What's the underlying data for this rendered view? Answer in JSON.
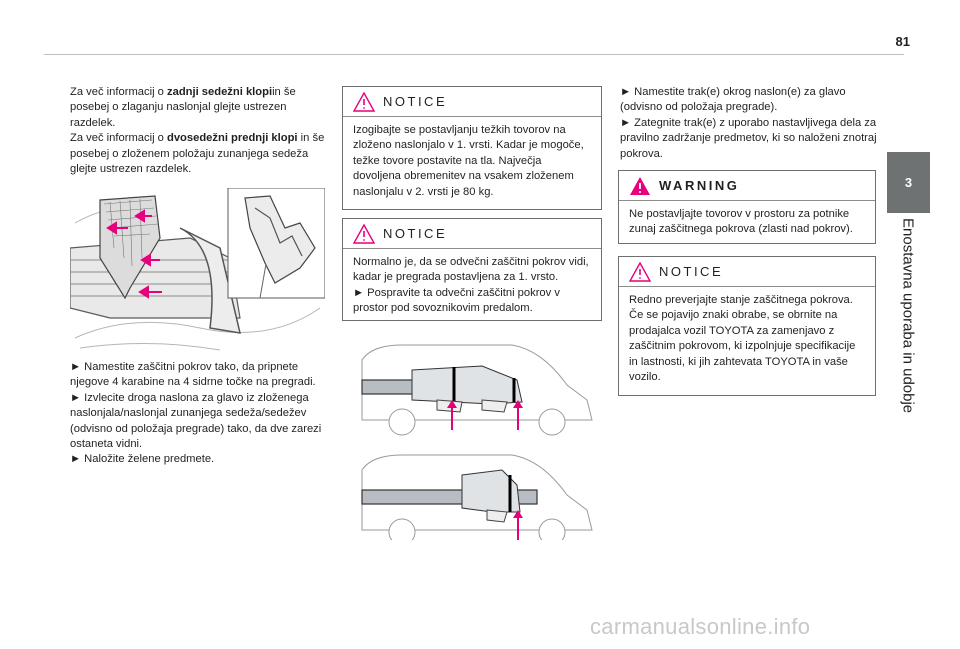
{
  "page_number": "81",
  "chapter": {
    "number": "3",
    "title": "Enostavna uporaba in udobje"
  },
  "col1": {
    "intro": {
      "l1_a": "Za več informacij o ",
      "l1_b": "zadnji sedežni klopi",
      "l1_c": "in še posebej o zlaganju naslonjal glejte ustrezen razdelek.",
      "l2_a": "Za več informacij o ",
      "l2_b": "dvosedežni prednji klopi",
      "l2_c": " in še posebej o zloženem položaju zunanjega sedeža glejte ustrezen razdelek."
    },
    "steps": [
      "► Namestite zaščitni pokrov tako, da pripnete njegove 4 karabine na 4 sidrne točke na pregradi.",
      "► Izvlecite droga naslona za glavo iz zloženega naslonjala/naslonjal zunanjega sedeža/sedežev (odvisno od položaja pregrade) tako, da dve zarezi ostaneta vidni.",
      "► Naložite želene predmete."
    ]
  },
  "notice1": {
    "title": "NOTICE",
    "text": "Izogibajte se postavljanju težkih tovorov na zloženo naslonjalo v 1. vrsti. Kadar je mogoče, težke tovore postavite na tla. Največja dovoljena obremenitev na vsakem zloženem naslonjalu v 2. vrsti je 80 kg."
  },
  "notice2": {
    "title": "NOTICE",
    "lines": [
      "Normalno je, da se odvečni zaščitni pokrov vidi, kadar je pregrada postavljena za 1. vrsto.",
      "► Pospravite ta odvečni zaščitni pokrov v prostor pod sovoznikovim predalom."
    ]
  },
  "col3": {
    "steps": [
      "► Namestite trak(e) okrog naslon(e) za glavo (odvisno od položaja pregrade).",
      "► Zategnite trak(e) z uporabo nastavljivega dela za pravilno zadržanje predmetov, ki so naloženi znotraj pokrova."
    ]
  },
  "warning": {
    "title": "WARNING",
    "text": "Ne postavljajte tovorov v prostoru za potnike zunaj zaščitnega pokrova (zlasti nad pokrov)."
  },
  "notice3": {
    "title": "NOTICE",
    "text": "Redno preverjajte stanje zaščitnega pokrova. Če se pojavijo znaki obrabe, se obrnite na prodajalca vozil TOYOTA za zamenjavo z zaščitnim pokrovom, ki izpolnjuje specifikacije in lastnosti, ki jih zahtevata TOYOTA in vaše vozilo."
  },
  "watermark": "carmanualsonline.info",
  "colors": {
    "accent_pink": "#e6007e",
    "tab_gray": "#6e7272",
    "text": "#231f20"
  }
}
